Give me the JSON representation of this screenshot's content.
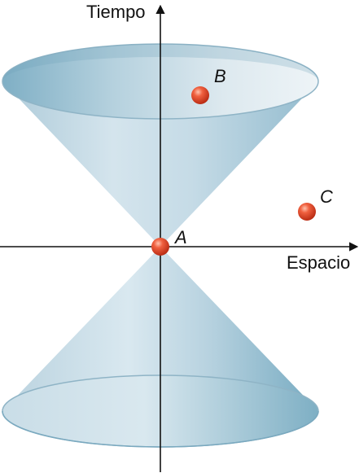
{
  "axes": {
    "time_label": "Tiempo",
    "space_label": "Espacio"
  },
  "events": {
    "a": {
      "label": "A"
    },
    "b": {
      "label": "B"
    },
    "c": {
      "label": "C"
    }
  },
  "colors": {
    "cone_light": "#dce9f0",
    "cone_mid": "#b9d3df",
    "cone_dark": "#7fb0c6",
    "cone_edge": "#8fb4c6",
    "axis": "#111111",
    "event_fill": "#e8442a",
    "event_highlight": "#ffb8a0",
    "event_shadow": "#b52a14"
  }
}
